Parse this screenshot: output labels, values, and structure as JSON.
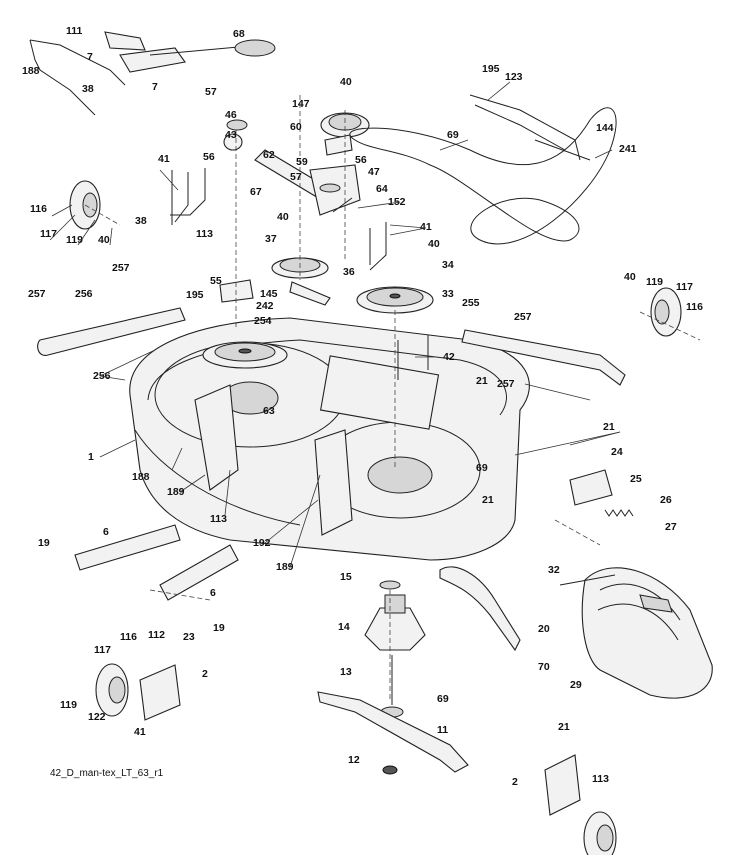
{
  "caption": "42_D_man-tex_LT_63_r1",
  "callouts": [
    "1",
    "2",
    "2",
    "6",
    "6",
    "7",
    "7",
    "11",
    "12",
    "13",
    "14",
    "15",
    "19",
    "19",
    "20",
    "21",
    "21",
    "21",
    "21",
    "23",
    "24",
    "25",
    "26",
    "27",
    "29",
    "32",
    "33",
    "34",
    "36",
    "37",
    "38",
    "38",
    "40",
    "40",
    "40",
    "40",
    "40",
    "41",
    "41",
    "41",
    "42",
    "43",
    "46",
    "47",
    "55",
    "56",
    "56",
    "57",
    "57",
    "59",
    "60",
    "62",
    "63",
    "64",
    "67",
    "68",
    "69",
    "69",
    "69",
    "70",
    "111",
    "112",
    "113",
    "113",
    "113",
    "116",
    "116",
    "116",
    "117",
    "117",
    "117",
    "119",
    "119",
    "119",
    "122",
    "123",
    "144",
    "145",
    "147",
    "152",
    "188",
    "188",
    "189",
    "189",
    "192",
    "195",
    "195",
    "241",
    "242",
    "254",
    "255",
    "256",
    "256",
    "257",
    "257",
    "257",
    "257"
  ]
}
